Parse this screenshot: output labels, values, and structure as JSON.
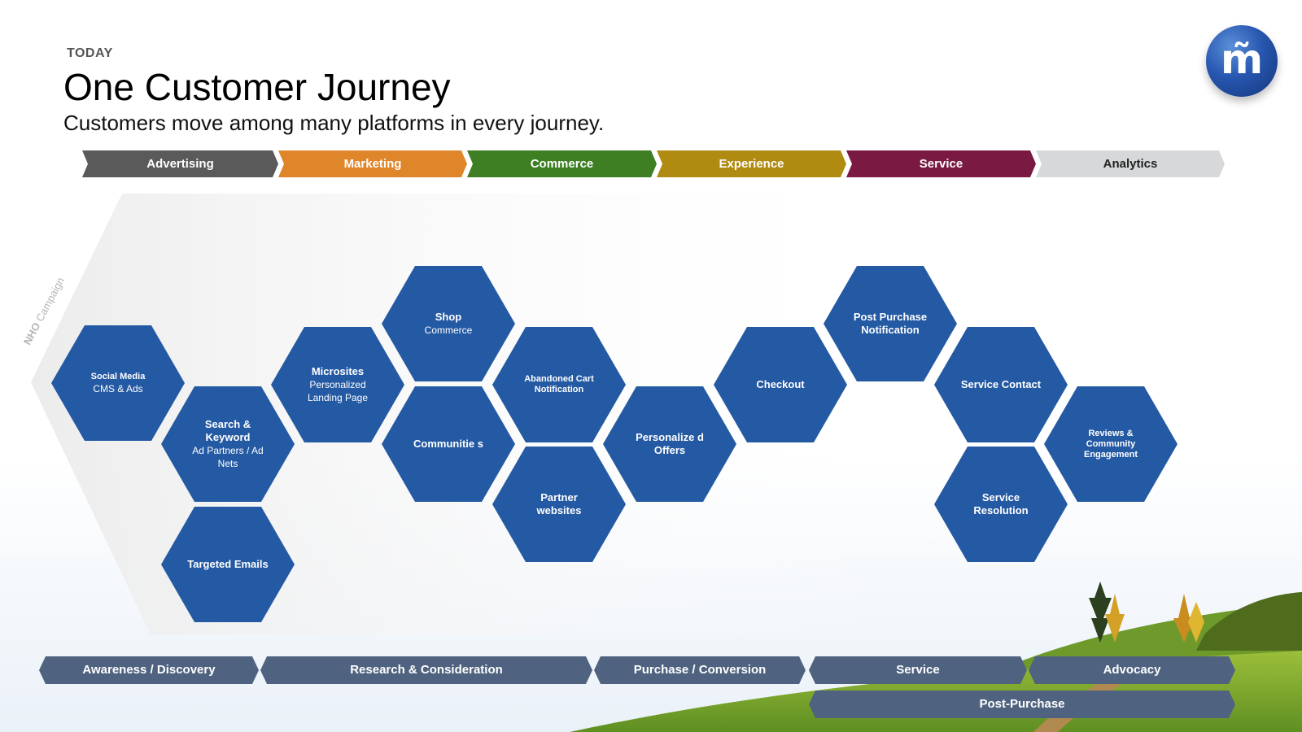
{
  "header": {
    "kicker": "TODAY",
    "title": "One Customer Journey",
    "subtitle": "Customers move among many platforms in every journey."
  },
  "logo": {
    "glyph": "m̃"
  },
  "categories": [
    {
      "label": "Advertising",
      "color": "#5a5a5a",
      "text_color": "#ffffff"
    },
    {
      "label": "Marketing",
      "color": "#e0862a",
      "text_color": "#ffffff"
    },
    {
      "label": "Commerce",
      "color": "#3d7f22",
      "text_color": "#ffffff"
    },
    {
      "label": "Experience",
      "color": "#b08b12",
      "text_color": "#ffffff"
    },
    {
      "label": "Service",
      "color": "#7a1a43",
      "text_color": "#ffffff"
    },
    {
      "label": "Analytics",
      "color": "#d7d8da",
      "text_color": "#222222"
    }
  ],
  "side_label": {
    "bold": "NHO",
    "rest": " Campaign"
  },
  "nodes": [
    {
      "id": "social",
      "title": "Social Media",
      "sub": "CMS & Ads",
      "small": true
    },
    {
      "id": "search",
      "title": "Search & Keyword",
      "sub": "Ad Partners / Ad Nets"
    },
    {
      "id": "emails",
      "title": "Targeted Emails",
      "sub": ""
    },
    {
      "id": "microsites",
      "title": "Microsites",
      "sub": "Personalized Landing Page"
    },
    {
      "id": "shop",
      "title": "Shop",
      "sub": "Commerce"
    },
    {
      "id": "communities",
      "title": "Communitie s",
      "sub": ""
    },
    {
      "id": "abandoned",
      "title": "Abandoned Cart Notification",
      "sub": "",
      "small": true
    },
    {
      "id": "partner",
      "title": "Partner websites",
      "sub": ""
    },
    {
      "id": "offers",
      "title": "Personalize d Offers",
      "sub": ""
    },
    {
      "id": "checkout",
      "title": "Checkout",
      "sub": ""
    },
    {
      "id": "postpurchase",
      "title": "Post Purchase Notification",
      "sub": ""
    },
    {
      "id": "contact",
      "title": "Service Contact",
      "sub": ""
    },
    {
      "id": "resolution",
      "title": "Service Resolution",
      "sub": ""
    },
    {
      "id": "reviews",
      "title": "Reviews & Community Engagement",
      "sub": "",
      "small": true
    }
  ],
  "stages": [
    {
      "label": "Awareness / Discovery"
    },
    {
      "label": "Research & Consideration"
    },
    {
      "label": "Purchase / Conversion"
    },
    {
      "label": "Service"
    },
    {
      "label": "Advocacy"
    }
  ],
  "post_stage": {
    "label": "Post-Purchase"
  },
  "colors": {
    "hex_fill": "#2459a3",
    "stage_fill": "#4f6380"
  }
}
